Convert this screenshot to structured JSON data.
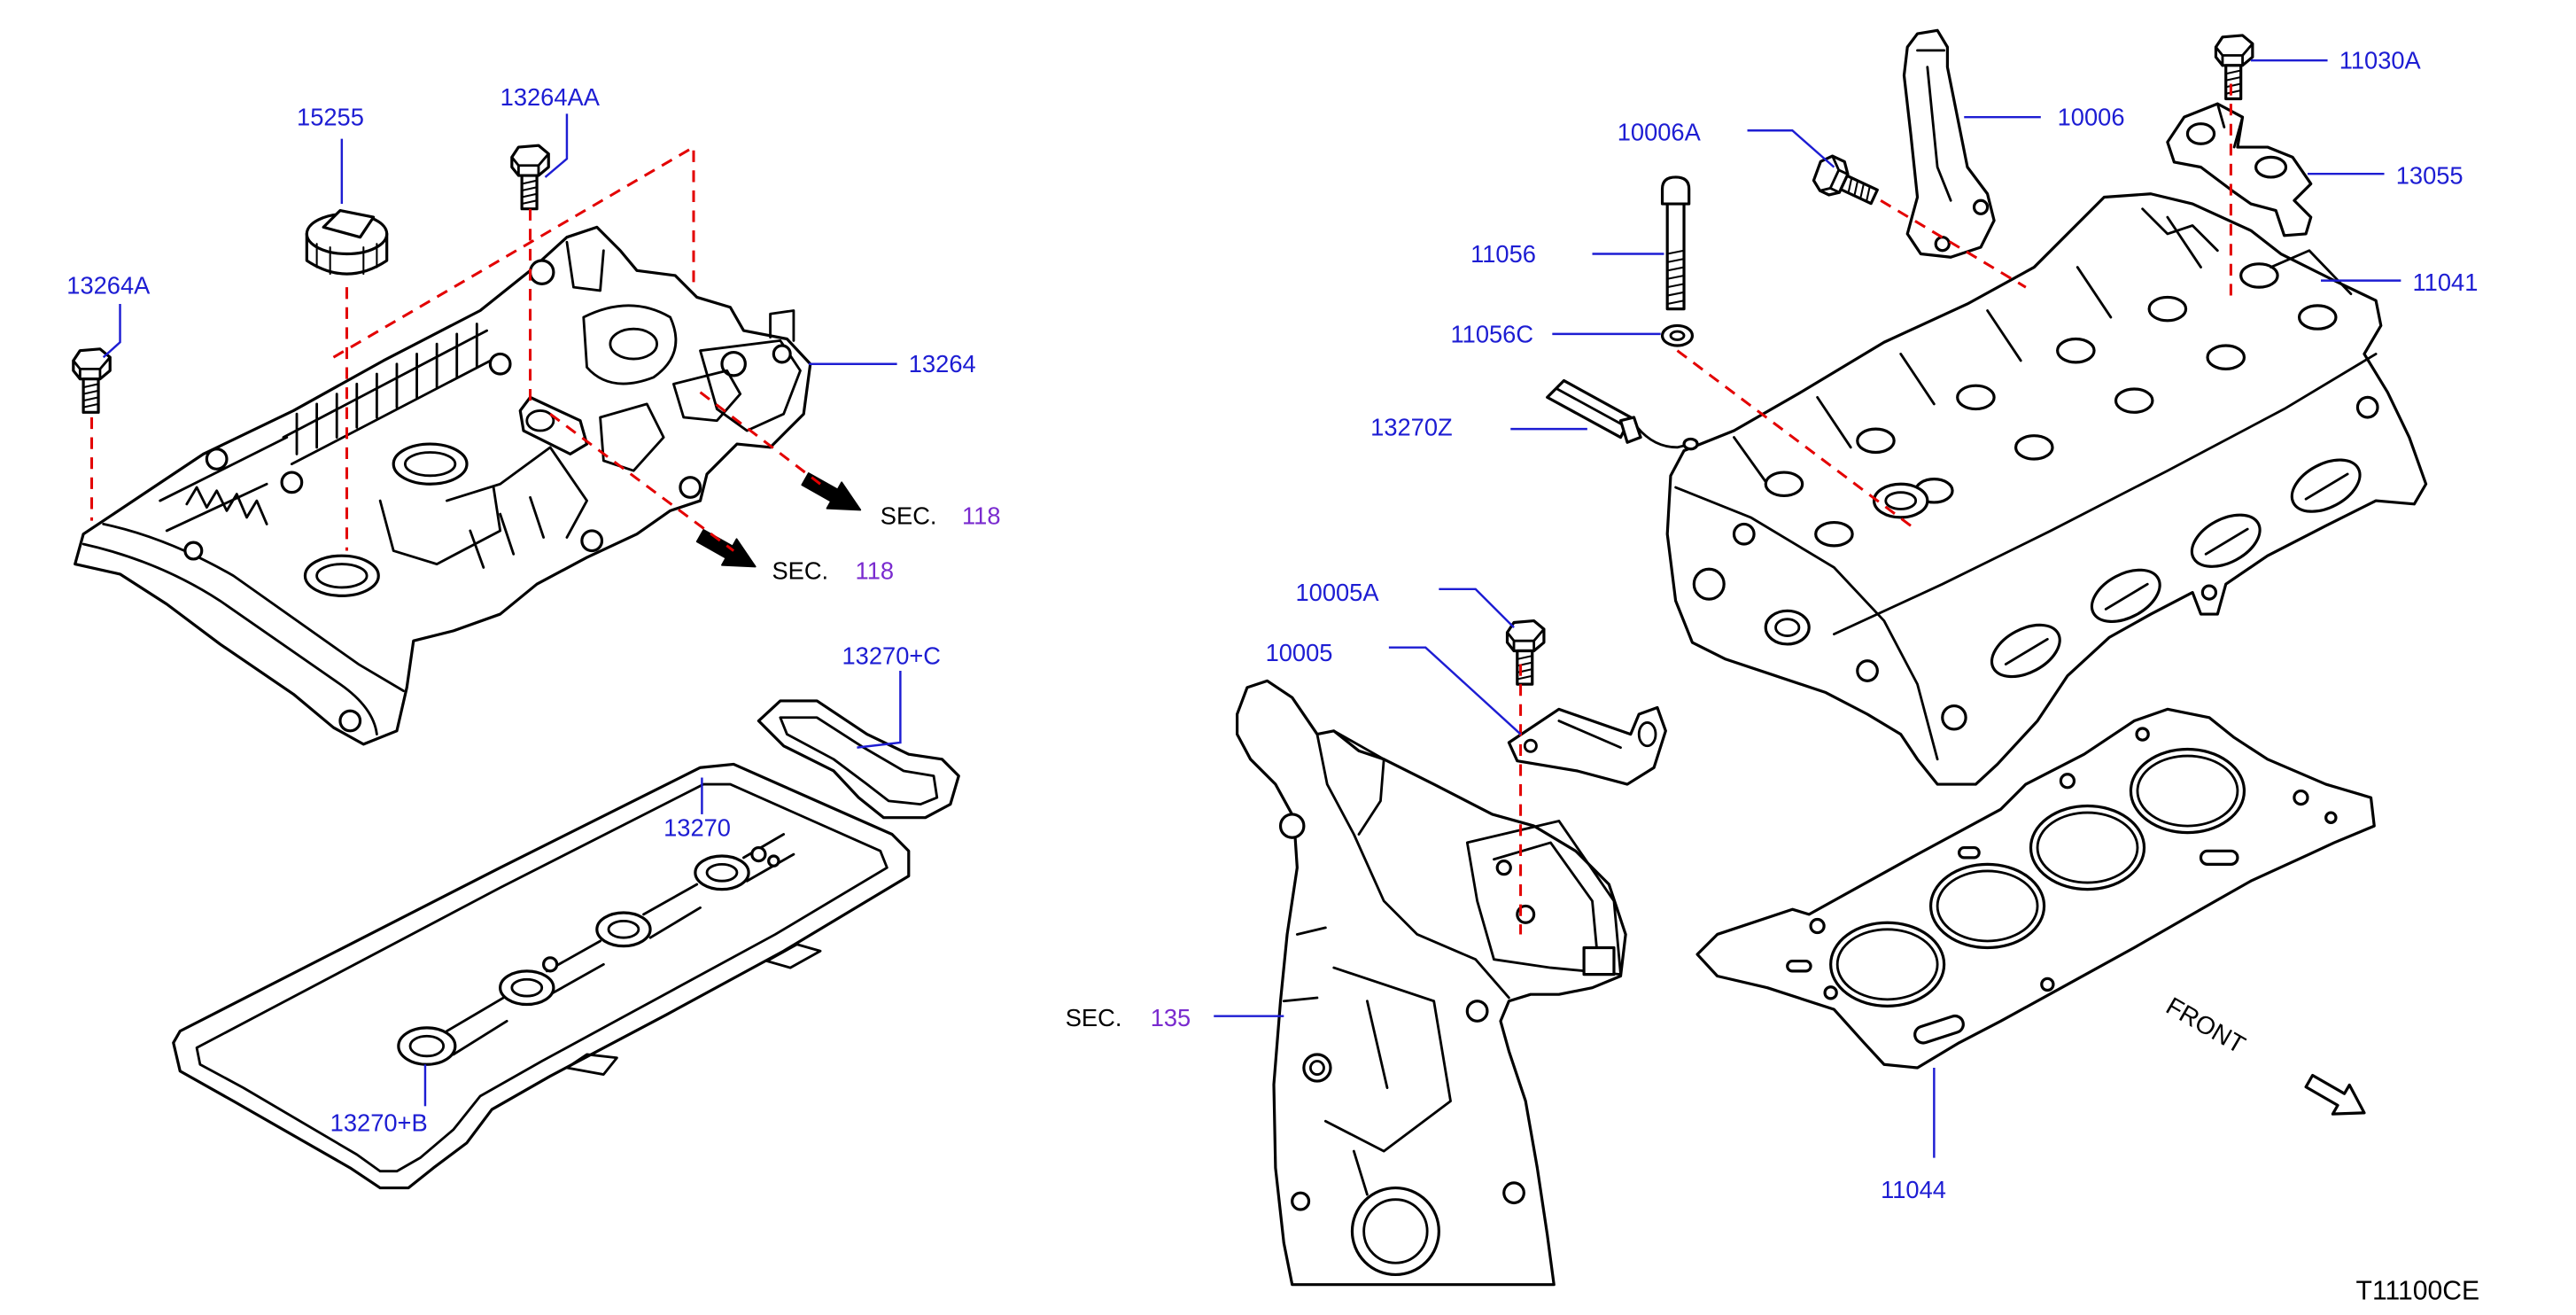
{
  "callouts": {
    "c15255": "15255",
    "c13264AA": "13264AA",
    "c13264A": "13264A",
    "c13264": "13264",
    "c13270C": "13270+C",
    "c13270": "13270",
    "c13270B": "13270+B",
    "c10006A": "10006A",
    "c10006": "10006",
    "c11030A": "11030A",
    "c13055": "13055",
    "c11041": "11041",
    "c11056": "11056",
    "c11056C": "11056C",
    "c13270Z": "13270Z",
    "c10005A": "10005A",
    "c10005": "10005",
    "c11044": "11044"
  },
  "section_refs": [
    {
      "prefix": "SEC.",
      "number": "118"
    },
    {
      "prefix": "SEC.",
      "number": "118"
    },
    {
      "prefix": "SEC.",
      "number": "135"
    }
  ],
  "direction_label": "FRONT",
  "diagram_code": "T11100CE",
  "icons": {
    "section_arrow": "arrow-right-bold-icon",
    "front_arrow": "arrow-down-right-outline-icon"
  },
  "colors": {
    "callout": "#1d1dd3",
    "section_number": "#7a2bcf",
    "guide_dashed": "#e30000",
    "ink": "#000000",
    "background": "#ffffff"
  }
}
